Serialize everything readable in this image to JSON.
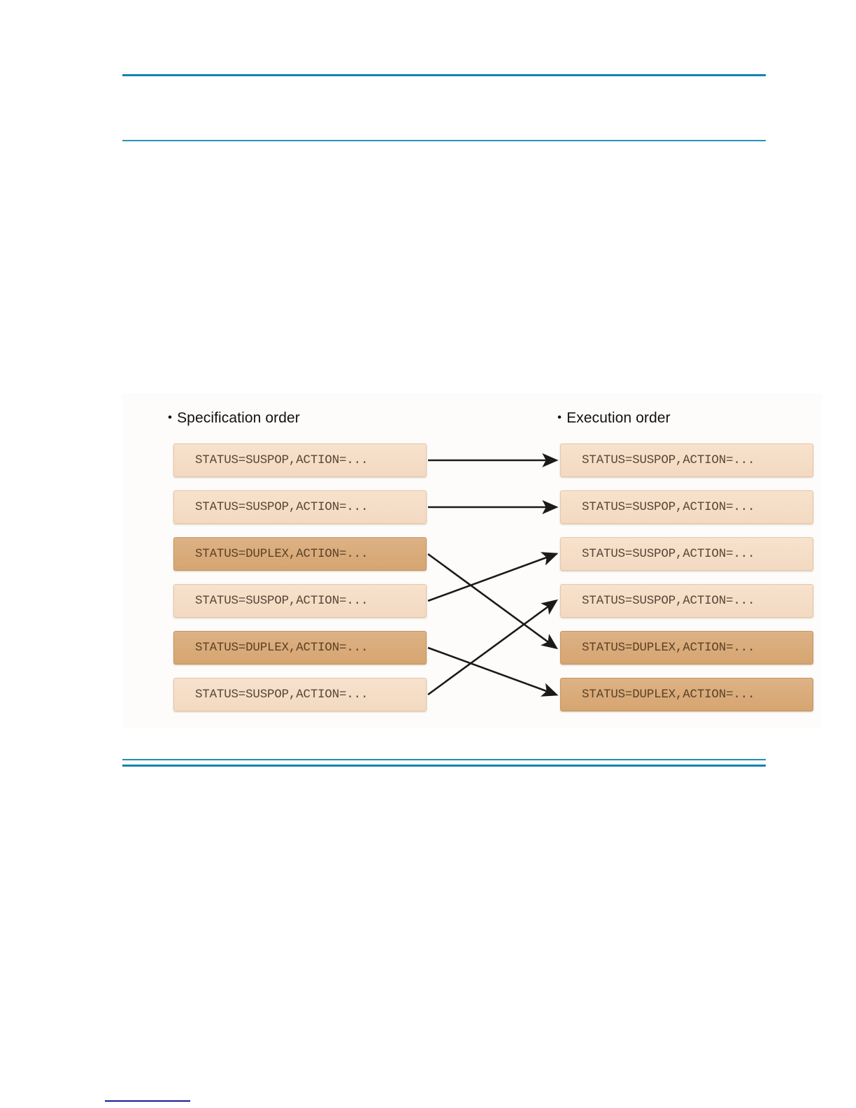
{
  "page": {
    "rules": {
      "top_thick_color": "#1283b0",
      "top_thin_color": "#2295bb",
      "bottom_thin_color": "#1e90b4",
      "bottom_thick_color": "#1283b0",
      "footnote_color": "#151b96"
    }
  },
  "figure": {
    "background": "#fdfcfa",
    "bullet": "•",
    "columns": {
      "left": {
        "heading": "Specification order",
        "rows": [
          {
            "text": "STATUS=SUSPOP,ACTION=...",
            "status": "SUSPOP",
            "shade": "light"
          },
          {
            "text": "STATUS=SUSPOP,ACTION=...",
            "status": "SUSPOP",
            "shade": "light"
          },
          {
            "text": "STATUS=DUPLEX,ACTION=...",
            "status": "DUPLEX",
            "shade": "dark"
          },
          {
            "text": "STATUS=SUSPOP,ACTION=...",
            "status": "SUSPOP",
            "shade": "light"
          },
          {
            "text": "STATUS=DUPLEX,ACTION=...",
            "status": "DUPLEX",
            "shade": "dark"
          },
          {
            "text": "STATUS=SUSPOP,ACTION=...",
            "status": "SUSPOP",
            "shade": "light"
          }
        ]
      },
      "right": {
        "heading": "Execution order",
        "rows": [
          {
            "text": "STATUS=SUSPOP,ACTION=...",
            "status": "SUSPOP",
            "shade": "light"
          },
          {
            "text": "STATUS=SUSPOP,ACTION=...",
            "status": "SUSPOP",
            "shade": "light"
          },
          {
            "text": "STATUS=SUSPOP,ACTION=...",
            "status": "SUSPOP",
            "shade": "light"
          },
          {
            "text": "STATUS=SUSPOP,ACTION=...",
            "status": "SUSPOP",
            "shade": "light"
          },
          {
            "text": "STATUS=DUPLEX,ACTION=...",
            "status": "DUPLEX",
            "shade": "dark"
          },
          {
            "text": "STATUS=DUPLEX,ACTION=...",
            "status": "DUPLEX",
            "shade": "dark"
          }
        ]
      }
    },
    "connections": [
      {
        "from_row": 1,
        "to_row": 1
      },
      {
        "from_row": 2,
        "to_row": 2
      },
      {
        "from_row": 3,
        "to_row": 5
      },
      {
        "from_row": 4,
        "to_row": 3
      },
      {
        "from_row": 5,
        "to_row": 6
      },
      {
        "from_row": 6,
        "to_row": 4
      }
    ],
    "colors": {
      "light_box": "#f5ddc7",
      "dark_box": "#dbab7d",
      "light_border": "#e7c6a5",
      "dark_border": "#c4935f",
      "text": "#5a4636",
      "arrow": "#1a1a1a"
    }
  }
}
